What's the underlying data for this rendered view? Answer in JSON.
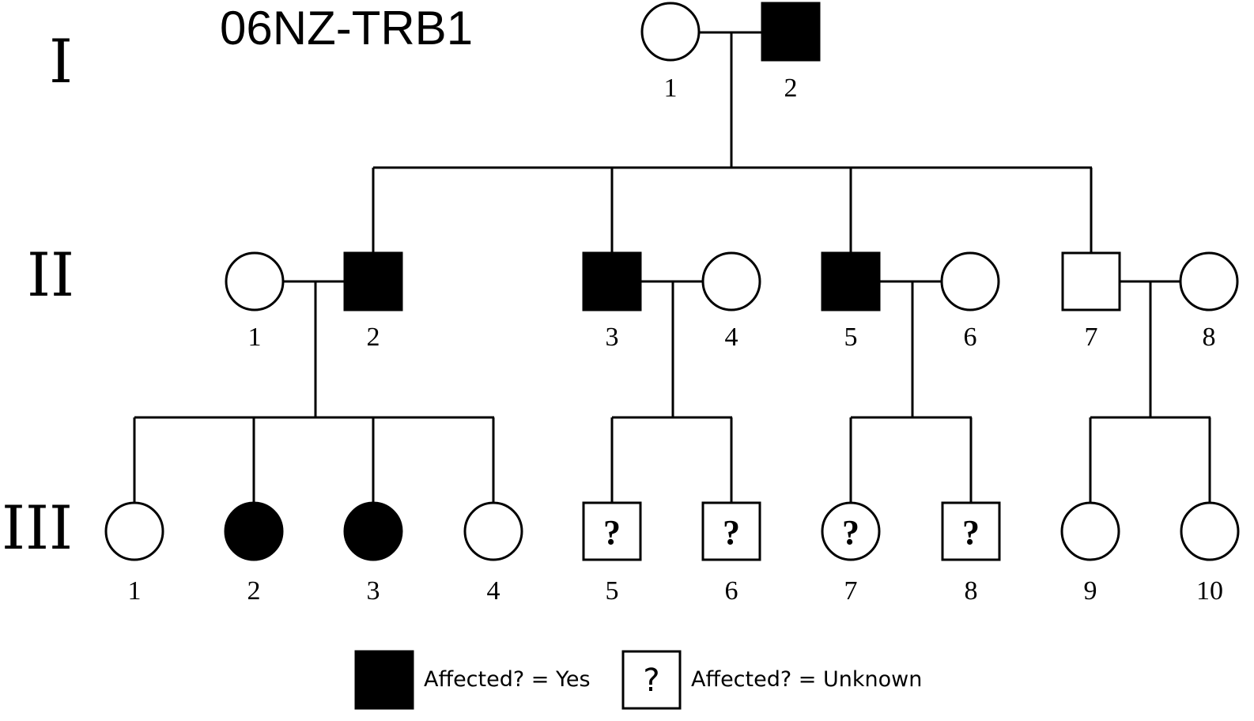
{
  "title": "06NZ-TRB1",
  "generations": [
    {
      "label": "I"
    },
    {
      "label": "II"
    },
    {
      "label": "III"
    }
  ],
  "individuals": {
    "I": [
      {
        "id": "1",
        "sex": "female",
        "status": "unaffected"
      },
      {
        "id": "2",
        "sex": "male",
        "status": "affected"
      }
    ],
    "II": [
      {
        "id": "1",
        "sex": "female",
        "status": "unaffected"
      },
      {
        "id": "2",
        "sex": "male",
        "status": "affected"
      },
      {
        "id": "3",
        "sex": "male",
        "status": "affected"
      },
      {
        "id": "4",
        "sex": "female",
        "status": "unaffected"
      },
      {
        "id": "5",
        "sex": "male",
        "status": "affected"
      },
      {
        "id": "6",
        "sex": "female",
        "status": "unaffected"
      },
      {
        "id": "7",
        "sex": "male",
        "status": "unaffected"
      },
      {
        "id": "8",
        "sex": "female",
        "status": "unaffected"
      }
    ],
    "III": [
      {
        "id": "1",
        "sex": "female",
        "status": "unaffected"
      },
      {
        "id": "2",
        "sex": "female",
        "status": "affected"
      },
      {
        "id": "3",
        "sex": "female",
        "status": "affected"
      },
      {
        "id": "4",
        "sex": "female",
        "status": "unaffected"
      },
      {
        "id": "5",
        "sex": "male",
        "status": "unknown"
      },
      {
        "id": "6",
        "sex": "male",
        "status": "unknown"
      },
      {
        "id": "7",
        "sex": "female",
        "status": "unknown"
      },
      {
        "id": "8",
        "sex": "male",
        "status": "unknown"
      },
      {
        "id": "9",
        "sex": "female",
        "status": "unaffected"
      },
      {
        "id": "10",
        "sex": "female",
        "status": "unaffected"
      }
    ]
  },
  "unknown_symbol": "?",
  "legend": [
    {
      "symbol": "filled-square",
      "text": "Affected? = Yes"
    },
    {
      "symbol": "?",
      "text": "Affected? = Unknown"
    }
  ],
  "colors": {
    "affected": "#000000",
    "unaffected": "#ffffff",
    "line": "#000000"
  }
}
